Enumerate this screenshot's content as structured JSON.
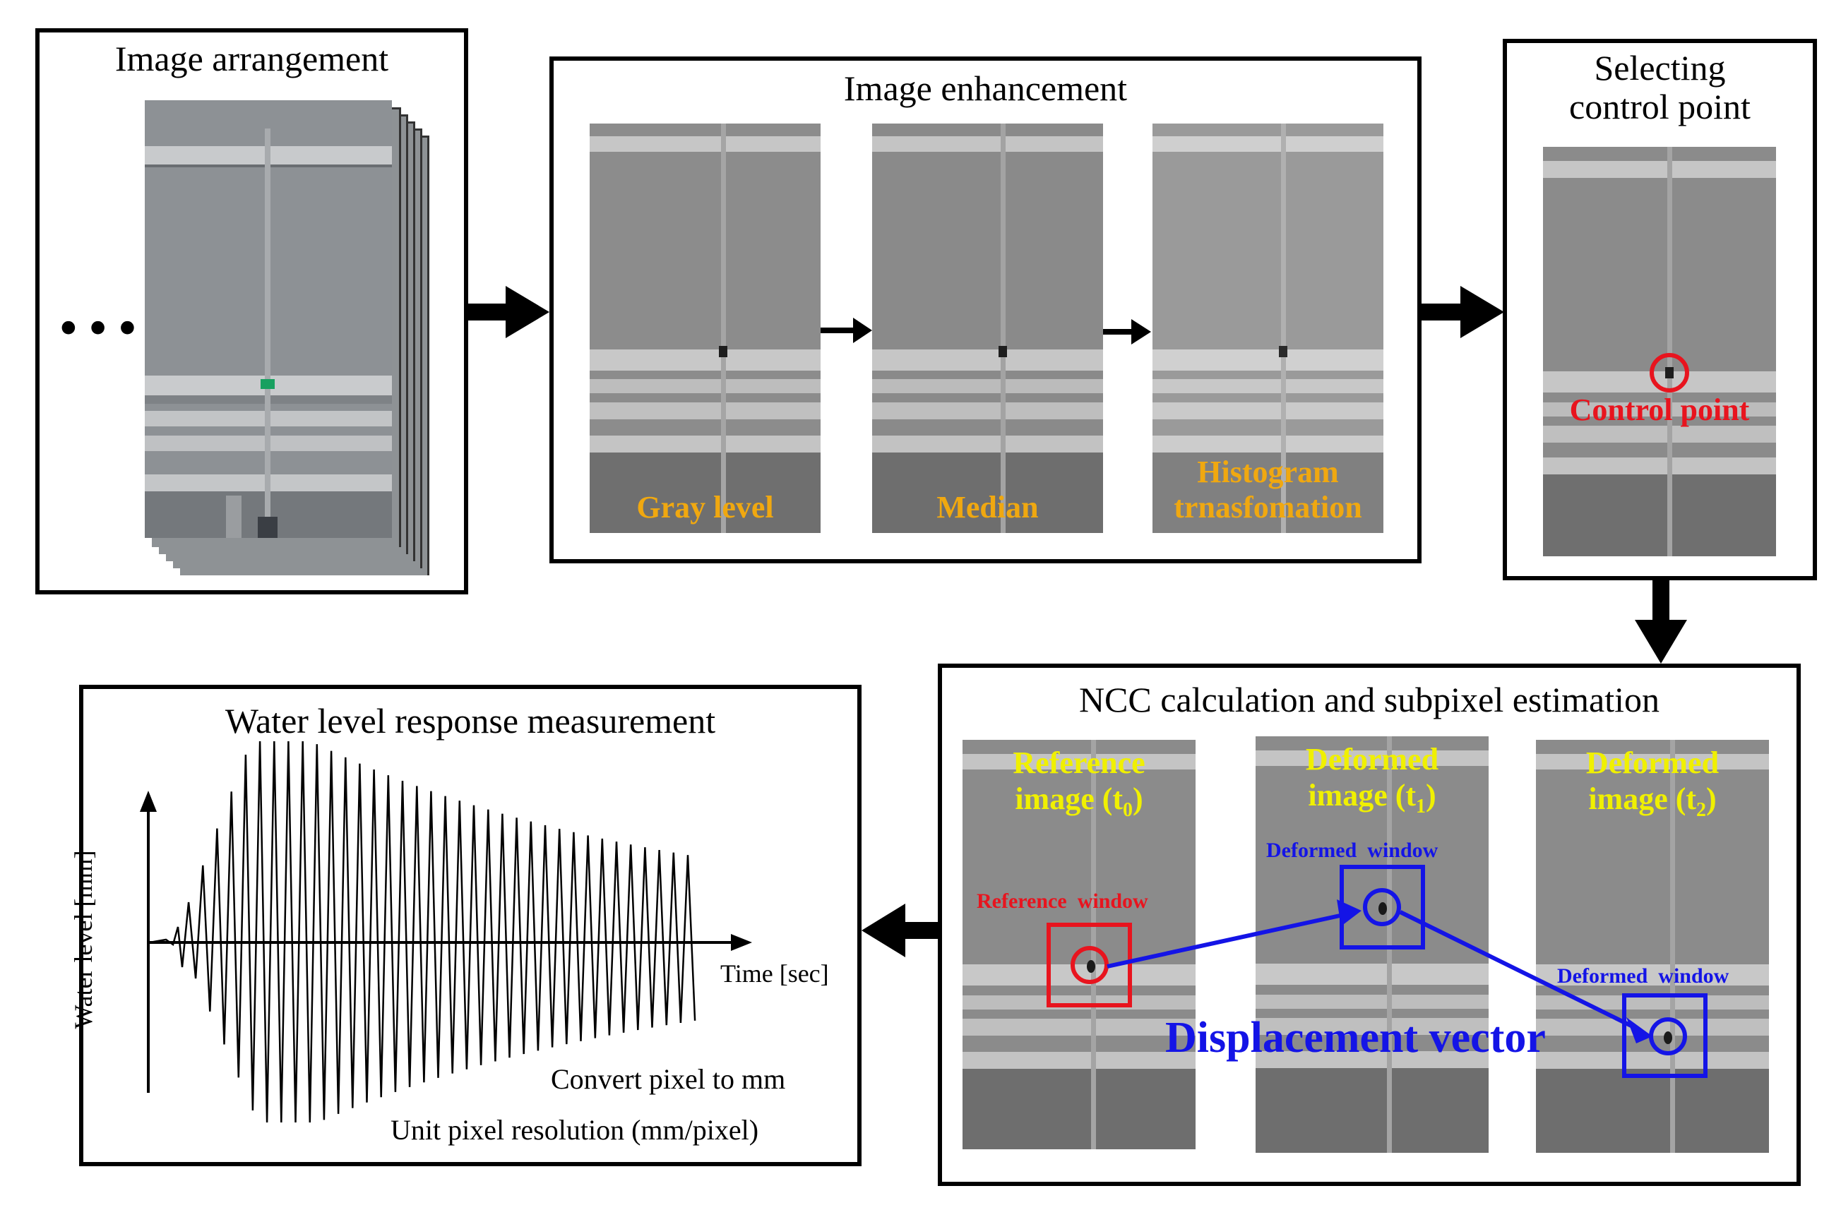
{
  "colors": {
    "red": "#e8141e",
    "blue": "#1414e6",
    "yellow": "#f0f000",
    "orange": "#f0a810"
  },
  "ellipsis": "•••",
  "stage1": {
    "title": "Image arrangement"
  },
  "stage2": {
    "title": "Image enhancement",
    "steps": [
      {
        "label": "Gray level"
      },
      {
        "label": "Median"
      },
      {
        "label": "Histogram\ntrnasfomation"
      }
    ]
  },
  "stage3": {
    "title": "Selecting\ncontrol point",
    "control_label": "Control point"
  },
  "stage4": {
    "title": "NCC calculation and subpixel estimation",
    "ref_title_l1": "Reference",
    "ref_title_l2": "image (t",
    "ref_sub": "0",
    "def1_title_l1": "Deformed",
    "def1_title_l2": "image (t",
    "def1_sub": "1",
    "def2_title_l1": "Deformed",
    "def2_title_l2": "image (t",
    "def2_sub": "2",
    "close_paren": ")",
    "reference_window": "Reference  window",
    "deformed_window_1": "Deformed  window",
    "deformed_window_2": "Deformed  window",
    "displacement": "Displacement vector"
  },
  "stage5": {
    "title": "Water level response measurement",
    "ylabel": "Water level [mm]",
    "xlabel": "Time [sec]",
    "note1": "Convert pixel to mm",
    "note2": "Unit pixel resolution (mm/pixel)"
  }
}
